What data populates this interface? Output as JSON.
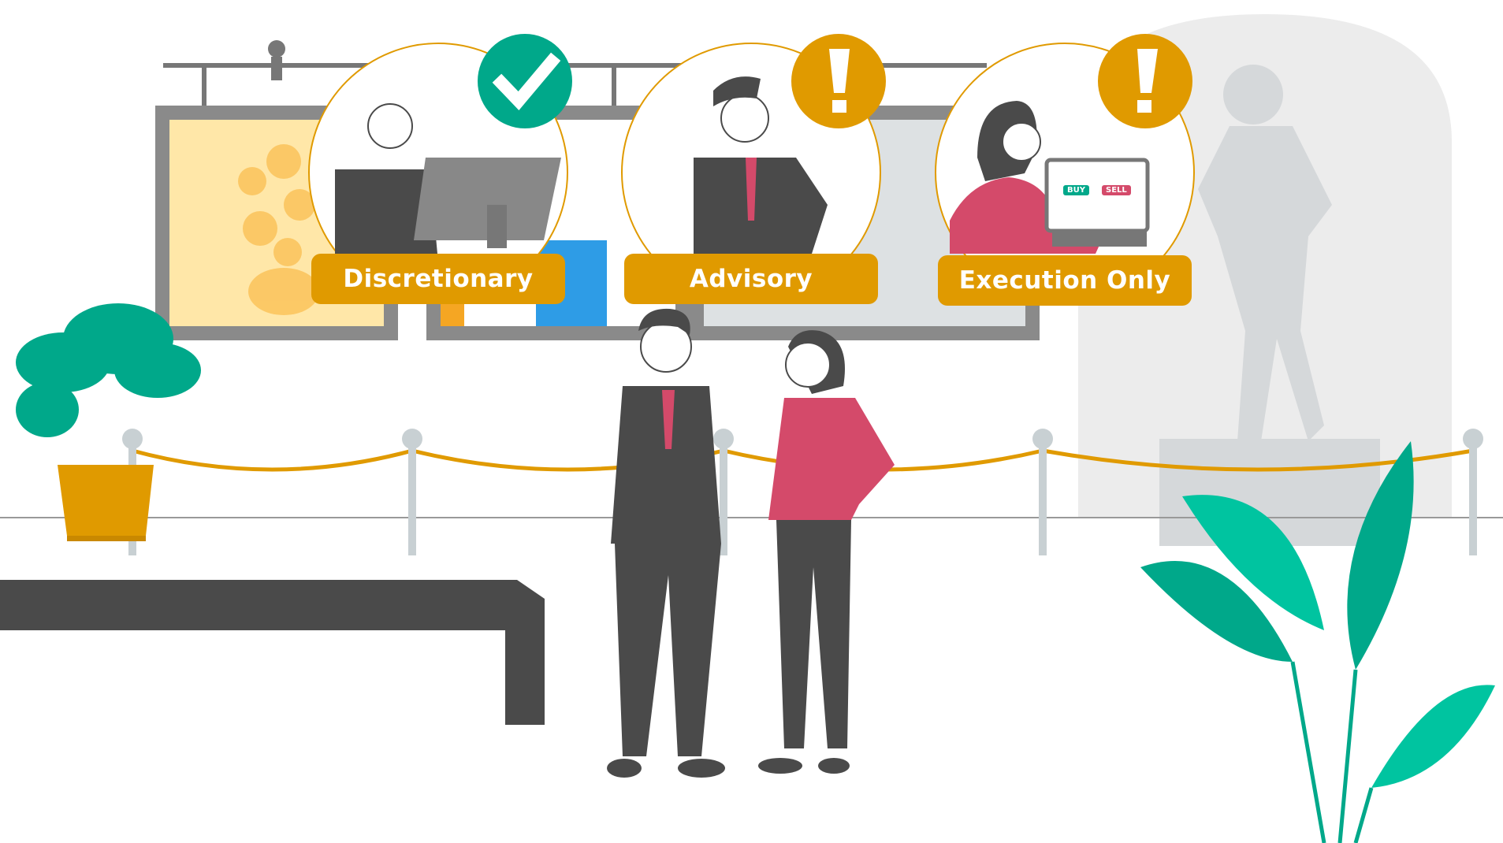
{
  "services": [
    {
      "label": "Discretionary",
      "status_icon": "checkmark-icon",
      "status_color": "#00A88A"
    },
    {
      "label": "Advisory",
      "status_icon": "exclamation-icon",
      "status_color": "#E09A00"
    },
    {
      "label": "Execution Only",
      "status_icon": "exclamation-icon",
      "status_color": "#E09A00"
    }
  ],
  "screen": {
    "buy": "BUY",
    "sell": "SELL"
  },
  "colors": {
    "accent": "#E09A00",
    "teal": "#00A88A",
    "red": "#D44A6A",
    "dark": "#4A4A4A"
  }
}
